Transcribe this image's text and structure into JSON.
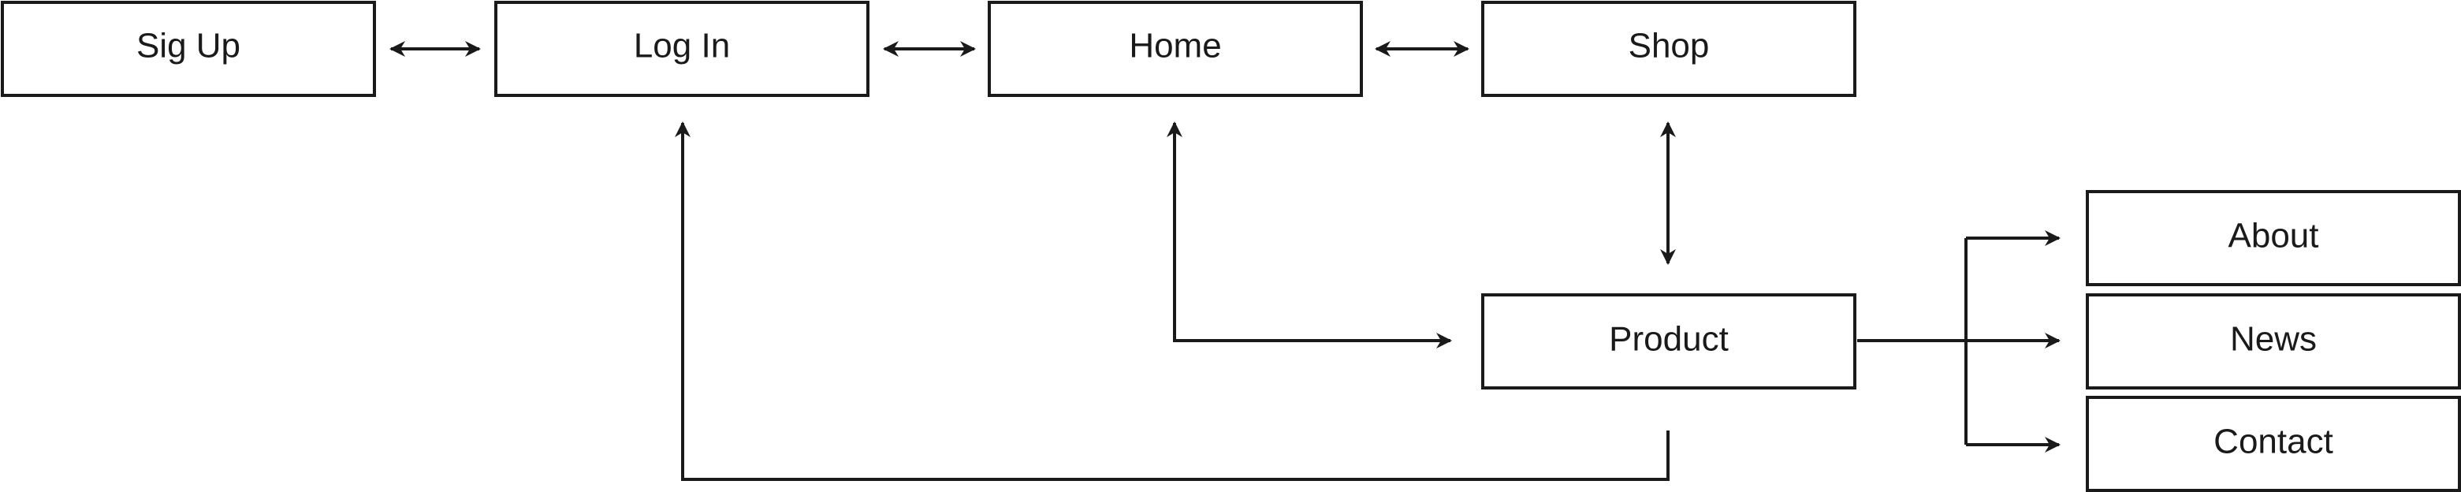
{
  "diagram": {
    "nodes": {
      "signup": "Sig Up",
      "login": "Log In",
      "home": "Home",
      "shop": "Shop",
      "product": "Product",
      "about": "About",
      "news": "News",
      "contact": "Contact"
    }
  },
  "colors": {
    "stroke": "#1a1a1a",
    "background": "#ffffff"
  }
}
